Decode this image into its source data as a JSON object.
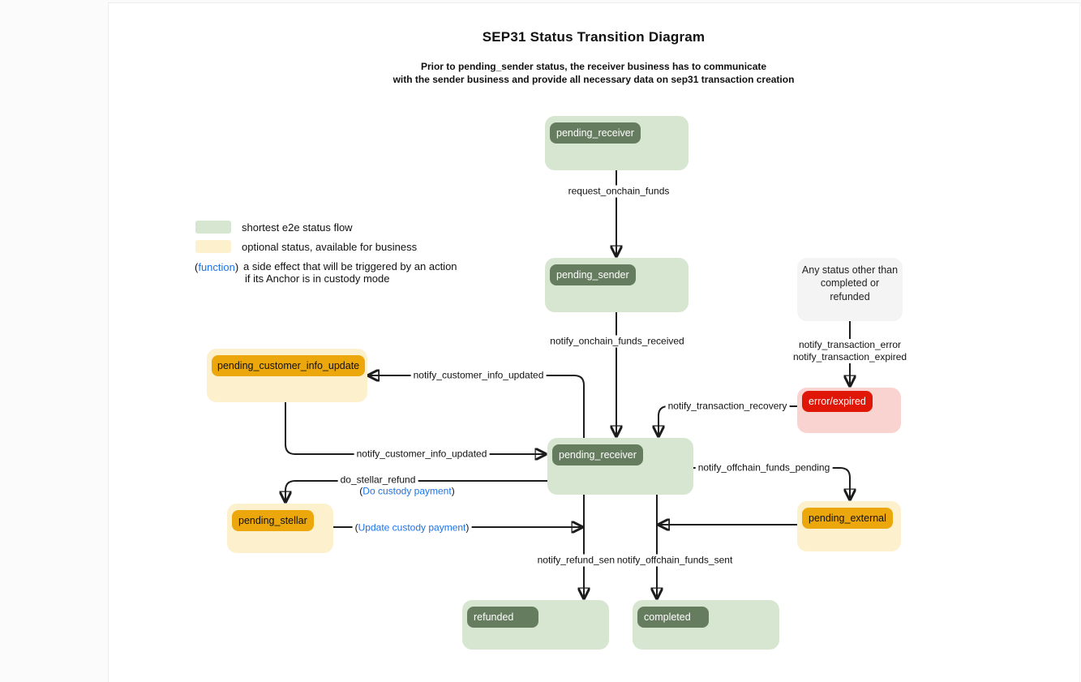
{
  "page": {
    "title": "SEP31 Status Transition Diagram",
    "subtitle_line1": "Prior to pending_sender status, the receiver business has to communicate",
    "subtitle_line2": "with the sender business and provide all necessary data on sep31 transaction creation"
  },
  "legend": {
    "green_label": "shortest e2e status flow",
    "yellow_label": "optional status, available for business",
    "fn_open": "(",
    "fn_text": "function",
    "fn_close": ")",
    "fn_desc_line1": "a side effect that will be triggered by an action",
    "fn_desc_line2": "if its Anchor is in custody mode"
  },
  "nodes": {
    "pending_receiver_top": {
      "label": "pending_receiver",
      "type": "green"
    },
    "pending_sender": {
      "label": "pending_sender",
      "type": "green"
    },
    "any_status": {
      "label_line1": "Any status other than",
      "label_line2": "completed or refunded",
      "type": "gray"
    },
    "error_expired": {
      "label": "error/expired",
      "type": "red"
    },
    "pending_customer_info_update": {
      "label": "pending_customer_info_update",
      "type": "yellow"
    },
    "pending_receiver_mid": {
      "label": "pending_receiver",
      "type": "green"
    },
    "pending_stellar": {
      "label": "pending_stellar",
      "type": "yellow"
    },
    "pending_external": {
      "label": "pending_external",
      "type": "yellow"
    },
    "refunded": {
      "label": "refunded",
      "type": "green"
    },
    "completed": {
      "label": "completed",
      "type": "green"
    }
  },
  "edges": {
    "request_onchain_funds": {
      "label": "request_onchain_funds"
    },
    "notify_onchain_funds_received": {
      "label": "notify_onchain_funds_received"
    },
    "notify_transaction_error_expired": {
      "line1": "notify_transaction_error",
      "line2": "notify_transaction_expired"
    },
    "notify_transaction_recovery": {
      "label": "notify_transaction_recovery"
    },
    "notify_customer_info_updated_up": {
      "label": "notify_customer_info_updated"
    },
    "notify_customer_info_updated_down": {
      "label": "notify_customer_info_updated"
    },
    "do_stellar_refund": {
      "label": "do_stellar_refund",
      "fn_open": "(",
      "fn_text": "Do custody payment",
      "fn_close": ")"
    },
    "update_custody_payment": {
      "fn_open": "(",
      "fn_text": "Update custody payment",
      "fn_close": ")"
    },
    "notify_refund_sent": {
      "label": "notify_refund_sent"
    },
    "notify_offchain_funds_sent": {
      "label": "notify_offchain_funds_sent"
    },
    "notify_offchain_funds_pending": {
      "label": "notify_offchain_funds_pending"
    }
  },
  "colors": {
    "green_node_bg": "#d6e6d0",
    "green_badge_bg": "#667c5f",
    "yellow_node_bg": "#fdf0cd",
    "yellow_badge_bg": "#eca70d",
    "red_node_bg": "#f8d3cf",
    "red_badge_bg": "#e01607",
    "gray_node_bg": "#f4f4f4",
    "function_blue": "#1a73e8",
    "edge_line": "#1c1c1c"
  }
}
